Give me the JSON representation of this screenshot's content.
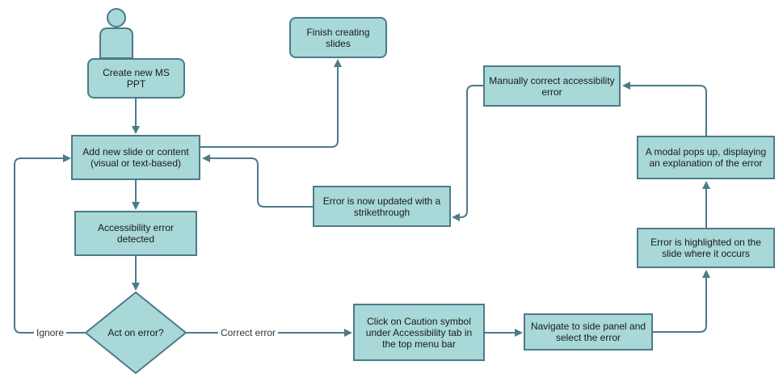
{
  "colors": {
    "node_fill": "#a8d8d8",
    "node_stroke": "#4d7a8a",
    "edge": "#4d7a8a"
  },
  "nodes": {
    "create_ppt": "Create new MS PPT",
    "finish": "Finish creating slides",
    "add_slide": "Add new slide or content (visual or text-based)",
    "error_detected": "Accessibility error detected",
    "decision": "Act on error?",
    "click_caution": "Click on Caution symbol under Accessibility tab in the top menu bar",
    "navigate_panel": "Navigate to side panel and select the error",
    "highlighted": "Error is highlighted on the slide where it occurs",
    "modal": "A modal pops up, displaying an explanation of the error",
    "manual_correct": "Manually correct accessibility error",
    "strikethrough": "Error is now updated with a strikethrough"
  },
  "edge_labels": {
    "ignore": "Ignore",
    "correct": "Correct error"
  }
}
